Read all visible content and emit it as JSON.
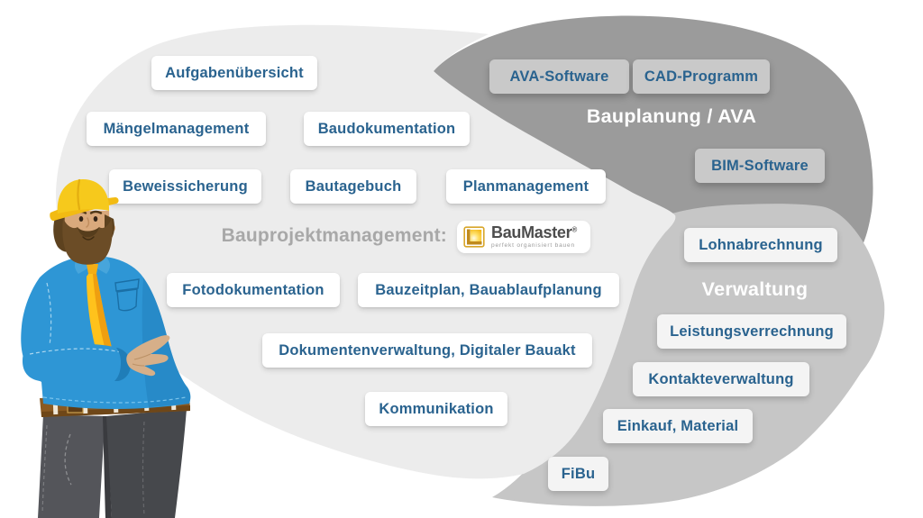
{
  "colors": {
    "background": "#ffffff",
    "blob_light": "#ececec",
    "blob_dark": "#9b9b9b",
    "blob_medium": "#c6c6c6",
    "pill_white": "#ffffff",
    "pill_gray": "#c9c9c9",
    "pill_offwhite": "#f4f4f4",
    "pill_text": "#2a638f",
    "group_title_text": "#ffffff",
    "center_label_text": "#a8a8a8",
    "worker_helmet": "#f6c91c",
    "worker_shirt": "#2e96d5",
    "worker_tie": "#ffc21c"
  },
  "center": {
    "label": "Bauprojektmanagement:",
    "logo_name": "BauMaster",
    "logo_registered": "®",
    "logo_tagline": "perfekt organisiert bauen"
  },
  "groups": {
    "bauprojektmanagement": {
      "items": [
        "Aufgabenübersicht",
        "Mängelmanagement",
        "Baudokumentation",
        "Beweissicherung",
        "Bautagebuch",
        "Planmanagement",
        "Fotodokumentation",
        "Bauzeitplan, Bauablaufplanung",
        "Dokumentenverwaltung, Digitaler Bauakt",
        "Kommunikation"
      ]
    },
    "bauplanung_ava": {
      "title": "Bauplanung / AVA",
      "items": [
        "AVA-Software",
        "CAD-Programm",
        "BIM-Software"
      ]
    },
    "verwaltung": {
      "title": "Verwaltung",
      "items": [
        "Lohnabrechnung",
        "Leistungsverrechnung",
        "Kontakteverwaltung",
        "Einkauf, Material",
        "FiBu"
      ]
    }
  }
}
